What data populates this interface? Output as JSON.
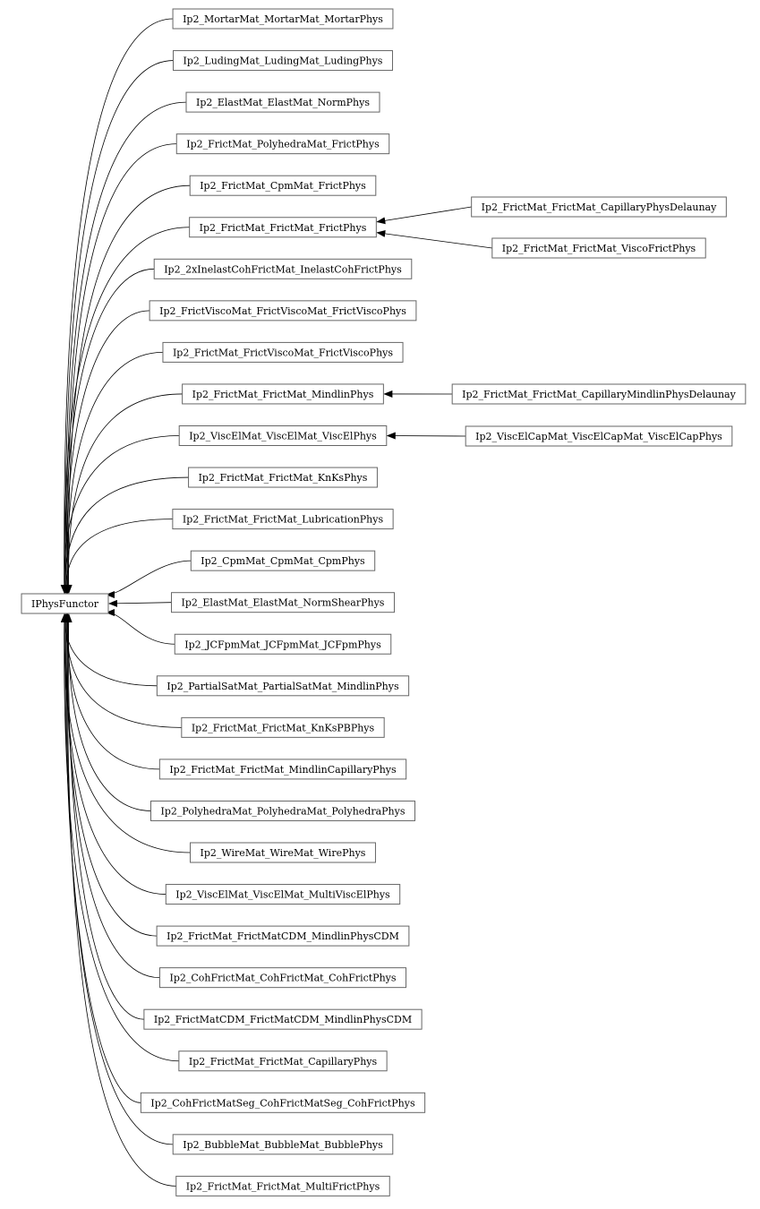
{
  "root": {
    "label": "IPhysFunctor"
  },
  "children": [
    {
      "label": "Ip2_MortarMat_MortarMat_MortarPhys"
    },
    {
      "label": "Ip2_LudingMat_LudingMat_LudingPhys"
    },
    {
      "label": "Ip2_ElastMat_ElastMat_NormPhys"
    },
    {
      "label": "Ip2_FrictMat_PolyhedraMat_FrictPhys"
    },
    {
      "label": "Ip2_FrictMat_CpmMat_FrictPhys"
    },
    {
      "label": "Ip2_FrictMat_FrictMat_FrictPhys"
    },
    {
      "label": "Ip2_2xInelastCohFrictMat_InelastCohFrictPhys"
    },
    {
      "label": "Ip2_FrictViscoMat_FrictViscoMat_FrictViscoPhys"
    },
    {
      "label": "Ip2_FrictMat_FrictViscoMat_FrictViscoPhys"
    },
    {
      "label": "Ip2_FrictMat_FrictMat_MindlinPhys"
    },
    {
      "label": "Ip2_ViscElMat_ViscElMat_ViscElPhys"
    },
    {
      "label": "Ip2_FrictMat_FrictMat_KnKsPhys"
    },
    {
      "label": "Ip2_FrictMat_FrictMat_LubricationPhys"
    },
    {
      "label": "Ip2_CpmMat_CpmMat_CpmPhys"
    },
    {
      "label": "Ip2_ElastMat_ElastMat_NormShearPhys"
    },
    {
      "label": "Ip2_JCFpmMat_JCFpmMat_JCFpmPhys"
    },
    {
      "label": "Ip2_PartialSatMat_PartialSatMat_MindlinPhys"
    },
    {
      "label": "Ip2_FrictMat_FrictMat_KnKsPBPhys"
    },
    {
      "label": "Ip2_FrictMat_FrictMat_MindlinCapillaryPhys"
    },
    {
      "label": "Ip2_PolyhedraMat_PolyhedraMat_PolyhedraPhys"
    },
    {
      "label": "Ip2_WireMat_WireMat_WirePhys"
    },
    {
      "label": "Ip2_ViscElMat_ViscElMat_MultiViscElPhys"
    },
    {
      "label": "Ip2_FrictMat_FrictMatCDM_MindlinPhysCDM"
    },
    {
      "label": "Ip2_CohFrictMat_CohFrictMat_CohFrictPhys"
    },
    {
      "label": "Ip2_FrictMatCDM_FrictMatCDM_MindlinPhysCDM"
    },
    {
      "label": "Ip2_FrictMat_FrictMat_CapillaryPhys"
    },
    {
      "label": "Ip2_CohFrictMatSeg_CohFrictMatSeg_CohFrictPhys"
    },
    {
      "label": "Ip2_BubbleMat_BubbleMat_BubblePhys"
    },
    {
      "label": "Ip2_FrictMat_FrictMat_MultiFrictPhys"
    }
  ],
  "grandchildren": [
    {
      "label": "Ip2_FrictMat_FrictMat_CapillaryPhysDelaunay",
      "parent": "Ip2_FrictMat_FrictMat_FrictPhys"
    },
    {
      "label": "Ip2_FrictMat_FrictMat_ViscoFrictPhys",
      "parent": "Ip2_FrictMat_FrictMat_FrictPhys"
    },
    {
      "label": "Ip2_FrictMat_FrictMat_CapillaryMindlinPhysDelaunay",
      "parent": "Ip2_FrictMat_FrictMat_MindlinPhys"
    },
    {
      "label": "Ip2_ViscElCapMat_ViscElCapMat_ViscElCapPhys",
      "parent": "Ip2_ViscElMat_ViscElMat_ViscElPhys"
    }
  ]
}
